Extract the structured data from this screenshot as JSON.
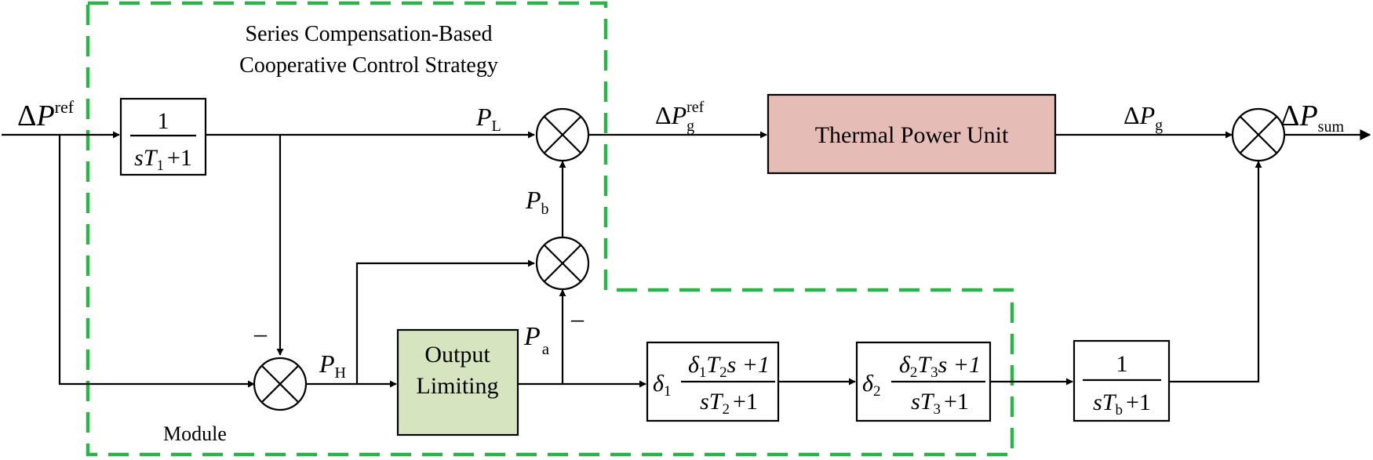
{
  "region": {
    "title_line1": "Series Compensation-Based",
    "title_line2": "Cooperative Control Strategy",
    "module_label": "Module"
  },
  "blocks": {
    "thermal_unit": "Thermal Power Unit",
    "output_limiting_line1": "Output",
    "output_limiting_line2": "Limiting",
    "lowpass_T1": {
      "num": "1",
      "den_s": "s",
      "den_T": "T",
      "den_sub": "1",
      "den_plus": "+1"
    },
    "lead_lag_1": {
      "gain": "δ",
      "gain_sub": "1",
      "num_d": "δ",
      "num_d_sub": "1",
      "num_T": "T",
      "num_T_sub": "2",
      "num_tail": "s +1",
      "den_s": "s",
      "den_T": "T",
      "den_sub": "2",
      "den_plus": "+1"
    },
    "lead_lag_2": {
      "gain": "δ",
      "gain_sub": "2",
      "num_d": "δ",
      "num_d_sub": "2",
      "num_T": "T",
      "num_T_sub": "3",
      "num_tail": "s +1",
      "den_s": "s",
      "den_T": "T",
      "den_sub": "3",
      "den_plus": "+1"
    },
    "lowpass_Tb": {
      "num": "1",
      "den_s": "s",
      "den_T": "T",
      "den_sub": "b",
      "den_plus": "+1"
    }
  },
  "signals": {
    "input": {
      "delta": "Δ",
      "sym": "P",
      "sup": "ref"
    },
    "PL": {
      "sym": "P",
      "sub": "L"
    },
    "Pb": {
      "sym": "P",
      "sub": "b"
    },
    "PH": {
      "sym": "P",
      "sub": "H"
    },
    "Pa": {
      "sym": "P",
      "sub": "a"
    },
    "dPg_ref": {
      "delta": "Δ",
      "sym": "P",
      "sub": "g",
      "sup": "ref"
    },
    "dPg": {
      "delta": "Δ",
      "sym": "P",
      "sub": "g"
    },
    "dPsum": {
      "delta": "Δ",
      "sym": "P",
      "sub": "sum"
    }
  },
  "signs": {
    "minus_top": "–",
    "minus_right": "–"
  },
  "colors": {
    "dashed_region": "#2db24a",
    "thermal_fill": "#e6bcb6",
    "limiter_fill": "#d6e4bf"
  }
}
